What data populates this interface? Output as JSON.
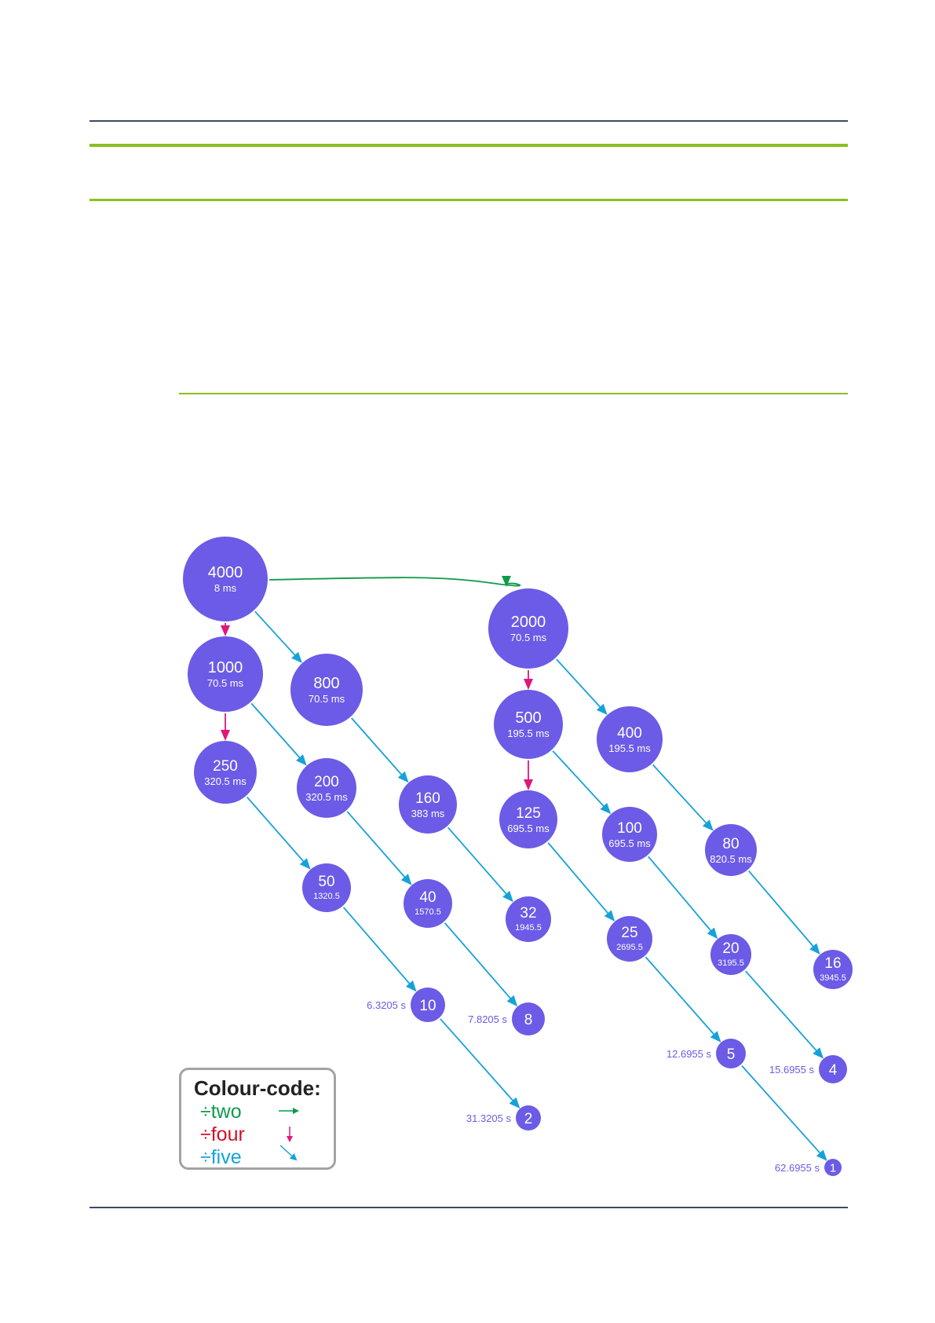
{
  "colors": {
    "node": "#6b5be6",
    "side_text": "#6b5be6",
    "two": "#0f9a4a",
    "four": "#e0177a",
    "five": "#16a2d8",
    "rule_dark": "#3b4a66",
    "rule_green": "#8cbf1f",
    "legend_four_text": "#d0102a"
  },
  "nodes": [
    {
      "id": "n4000",
      "value": "4000",
      "time": "8 ms"
    },
    {
      "id": "n2000",
      "value": "2000",
      "time": "70.5 ms"
    },
    {
      "id": "n1000",
      "value": "1000",
      "time": "70.5 ms"
    },
    {
      "id": "n800",
      "value": "800",
      "time": "70.5 ms"
    },
    {
      "id": "n500",
      "value": "500",
      "time": "195.5 ms"
    },
    {
      "id": "n400",
      "value": "400",
      "time": "195.5 ms"
    },
    {
      "id": "n250",
      "value": "250",
      "time": "320.5 ms"
    },
    {
      "id": "n200",
      "value": "200",
      "time": "320.5 ms"
    },
    {
      "id": "n160",
      "value": "160",
      "time": "383 ms"
    },
    {
      "id": "n125",
      "value": "125",
      "time": "695.5 ms"
    },
    {
      "id": "n100",
      "value": "100",
      "time": "695.5 ms"
    },
    {
      "id": "n80",
      "value": "80",
      "time": "820.5 ms"
    },
    {
      "id": "n50",
      "value": "50",
      "time": "1320.5"
    },
    {
      "id": "n40",
      "value": "40",
      "time": "1570.5"
    },
    {
      "id": "n32",
      "value": "32",
      "time": "1945.5"
    },
    {
      "id": "n25",
      "value": "25",
      "time": "2695.5"
    },
    {
      "id": "n20",
      "value": "20",
      "time": "3195.5"
    },
    {
      "id": "n16",
      "value": "16",
      "time": "3945.5"
    },
    {
      "id": "n10",
      "value": "10",
      "side": "6.3205 s"
    },
    {
      "id": "n8",
      "value": "8",
      "side": "7.8205 s"
    },
    {
      "id": "n5",
      "value": "5",
      "side": "12.6955 s"
    },
    {
      "id": "n4",
      "value": "4",
      "side": "15.6955 s"
    },
    {
      "id": "n2",
      "value": "2",
      "side": "31.3205 s"
    },
    {
      "id": "n1",
      "value": "1",
      "side": "62.6955 s"
    }
  ],
  "edges": [
    {
      "from": "n4000",
      "to": "n2000",
      "op": "two"
    },
    {
      "from": "n4000",
      "to": "n1000",
      "op": "four"
    },
    {
      "from": "n4000",
      "to": "n800",
      "op": "five"
    },
    {
      "from": "n1000",
      "to": "n250",
      "op": "four"
    },
    {
      "from": "n1000",
      "to": "n200",
      "op": "five"
    },
    {
      "from": "n800",
      "to": "n160",
      "op": "five"
    },
    {
      "from": "n2000",
      "to": "n500",
      "op": "four"
    },
    {
      "from": "n2000",
      "to": "n400",
      "op": "five"
    },
    {
      "from": "n500",
      "to": "n125",
      "op": "four"
    },
    {
      "from": "n500",
      "to": "n100",
      "op": "five"
    },
    {
      "from": "n400",
      "to": "n80",
      "op": "five"
    },
    {
      "from": "n250",
      "to": "n50",
      "op": "five"
    },
    {
      "from": "n200",
      "to": "n40",
      "op": "five"
    },
    {
      "from": "n160",
      "to": "n32",
      "op": "five"
    },
    {
      "from": "n125",
      "to": "n25",
      "op": "five"
    },
    {
      "from": "n100",
      "to": "n20",
      "op": "five"
    },
    {
      "from": "n80",
      "to": "n16",
      "op": "five"
    },
    {
      "from": "n50",
      "to": "n10",
      "op": "five"
    },
    {
      "from": "n40",
      "to": "n8",
      "op": "five"
    },
    {
      "from": "n25",
      "to": "n5",
      "op": "five"
    },
    {
      "from": "n20",
      "to": "n4",
      "op": "five"
    },
    {
      "from": "n10",
      "to": "n2",
      "op": "five"
    },
    {
      "from": "n5",
      "to": "n1",
      "op": "five"
    }
  ],
  "legend": {
    "title": "Colour-code:",
    "items": [
      {
        "op": "two",
        "label": "÷two"
      },
      {
        "op": "four",
        "label": "÷four"
      },
      {
        "op": "five",
        "label": "÷five"
      }
    ]
  }
}
